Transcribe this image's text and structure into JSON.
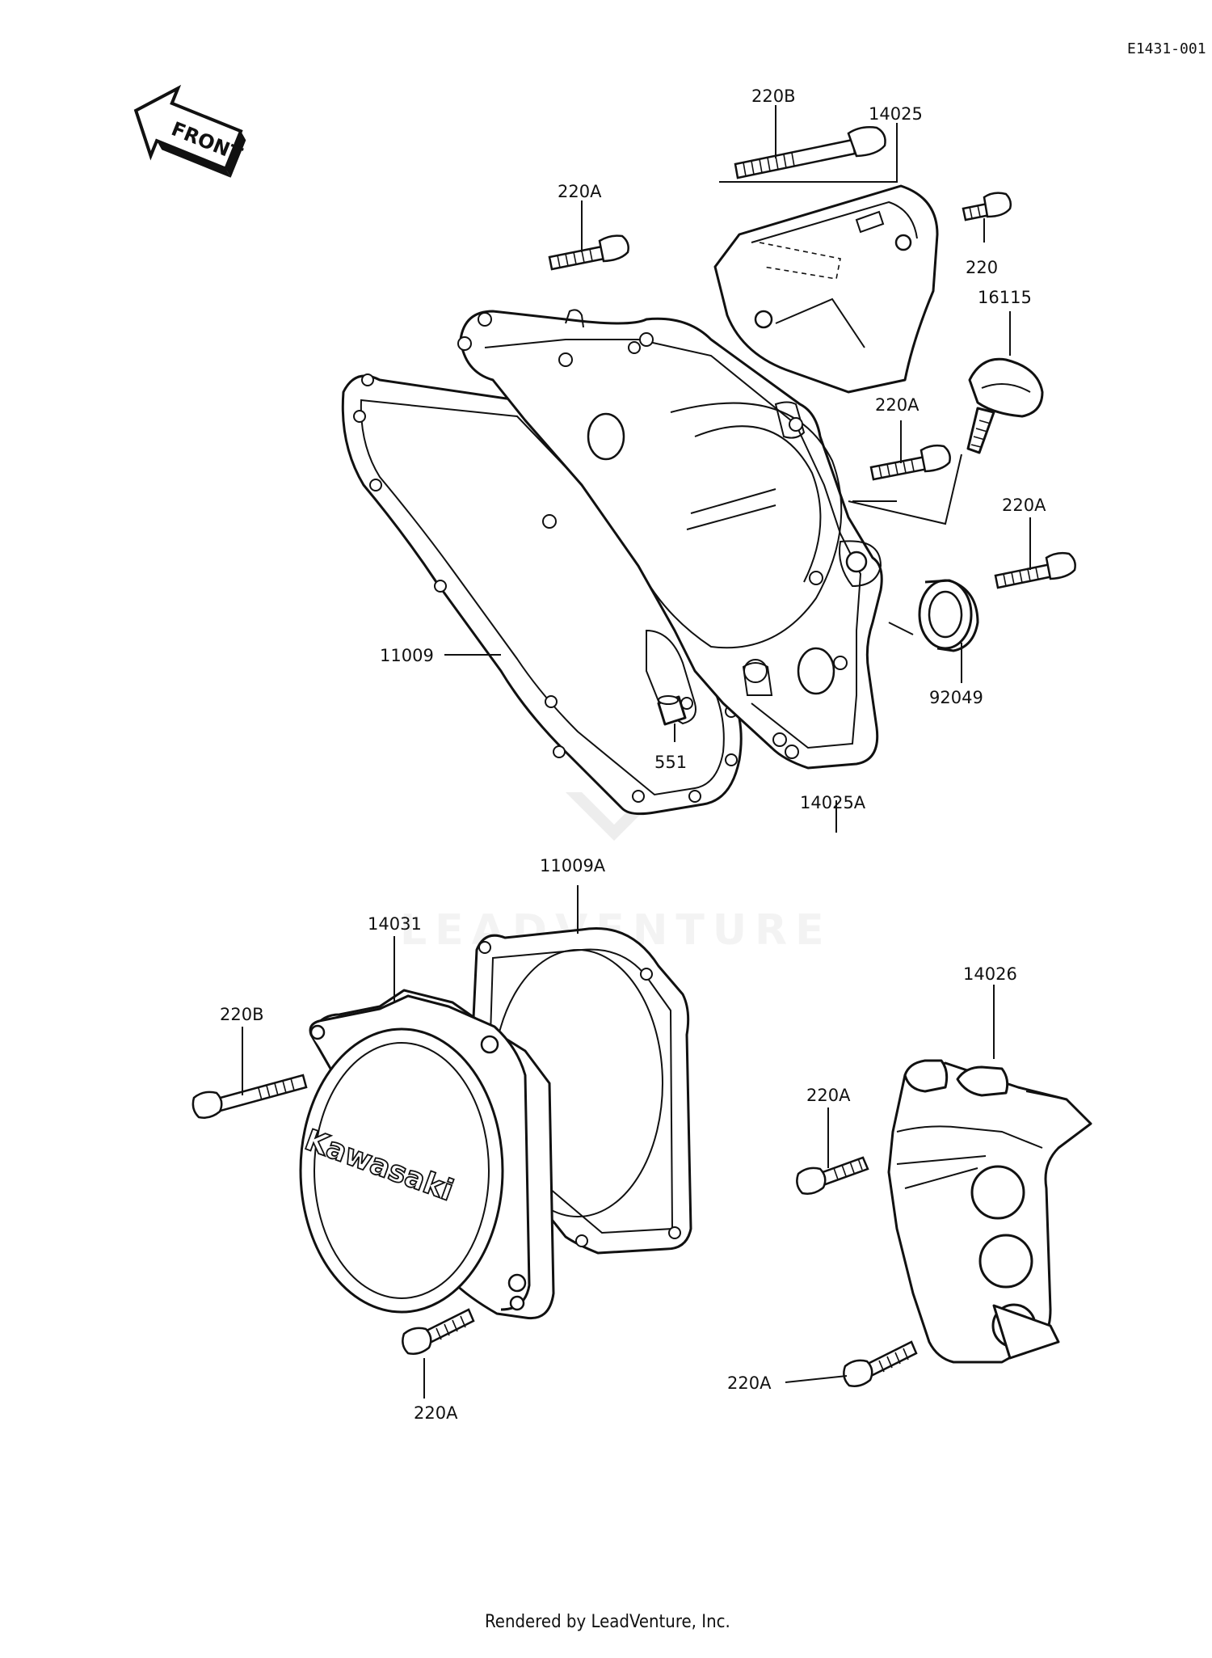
{
  "diagram_code": "E1431-001",
  "front_label": "FRONT",
  "brand_text": "Kawasaki",
  "watermark": "LEADVENTURE",
  "footer": "Rendered by LeadVenture, Inc.",
  "labels": {
    "p220B_top": "220B",
    "p14025": "14025",
    "p220A_top": "220A",
    "p220": "220",
    "p16115": "16115",
    "p220A_mid1": "220A",
    "p220A_mid2": "220A",
    "p11009": "11009",
    "p92049": "92049",
    "p551": "551",
    "p14025A": "14025A",
    "p11009A": "11009A",
    "p14031": "14031",
    "p220B_left": "220B",
    "p14026": "14026",
    "p220A_r1": "220A",
    "p220A_bottom": "220A",
    "p220A_r2": "220A"
  }
}
